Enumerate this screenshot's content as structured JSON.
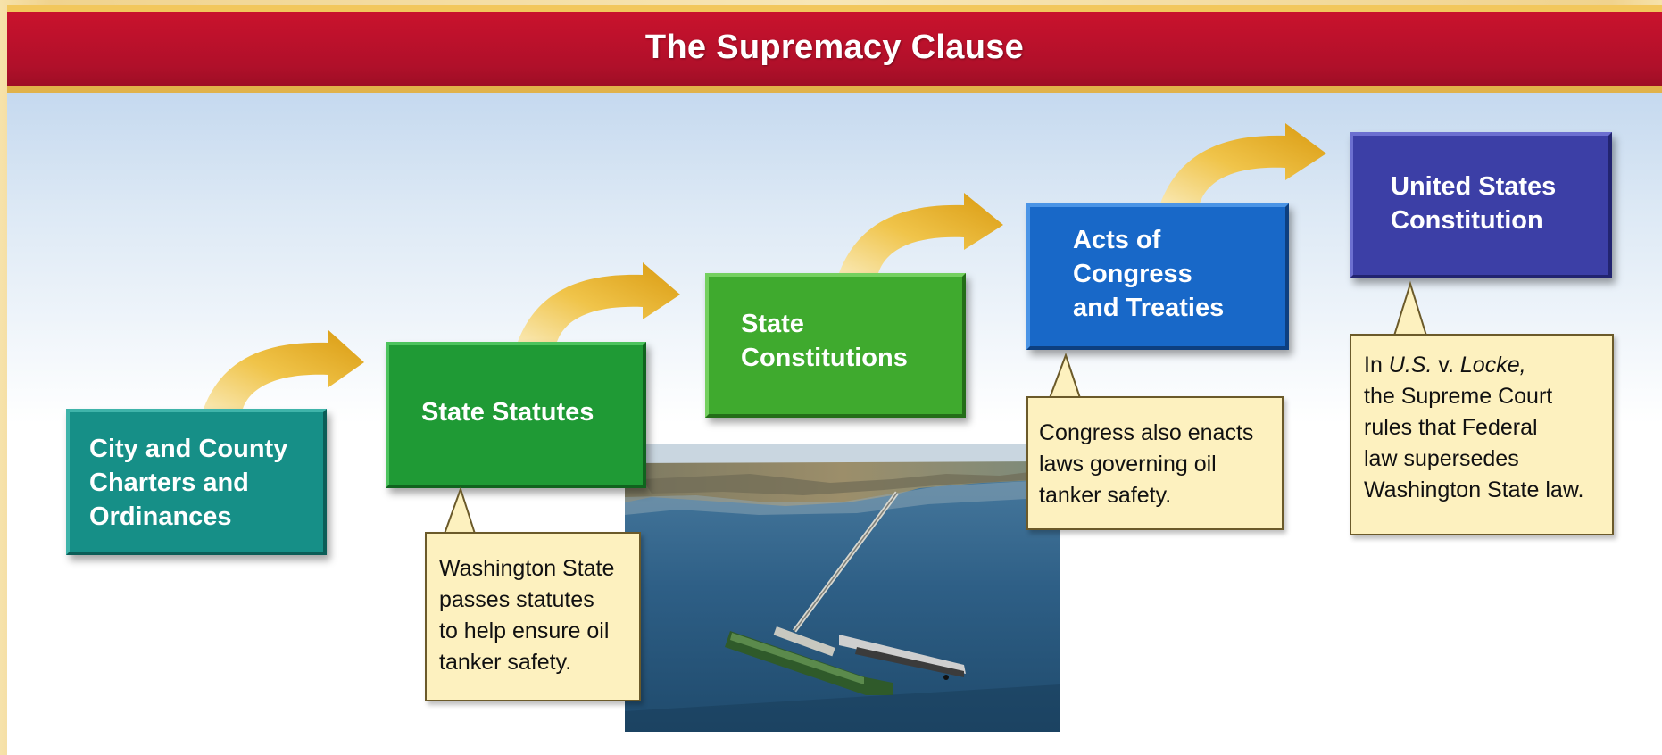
{
  "title": "The Supremacy Clause",
  "levels": [
    {
      "label_lines": [
        "City and County",
        "Charters and",
        "Ordinances"
      ],
      "color": "#168f87"
    },
    {
      "label_lines": [
        "State Statutes"
      ],
      "color": "#1f9a35"
    },
    {
      "label_lines": [
        "State",
        "Constitutions"
      ],
      "color": "#3faa2e"
    },
    {
      "label_lines": [
        "Acts of",
        "Congress",
        "and Treaties"
      ],
      "color": "#1868c8"
    },
    {
      "label_lines": [
        "United States",
        "Constitution"
      ],
      "color": "#3c3fa6"
    }
  ],
  "callouts": {
    "state_statutes": [
      "Washington State",
      "passes statutes",
      "to help ensure oil",
      "tanker safety."
    ],
    "congress": [
      "Congress also enacts",
      "laws governing oil",
      "tanker safety."
    ],
    "constitution": {
      "line1_prefix": "In ",
      "case_party1": "U.S.",
      "case_v": " v. ",
      "case_party2": "Locke,",
      "lines": [
        "the Supreme Court",
        "rules that Federal",
        "law supersedes",
        "Washington State law."
      ]
    }
  },
  "colors": {
    "banner": "#b0102a",
    "arrow": "#e8b428",
    "callout_bg": "#fdf1bf"
  },
  "photo": {
    "subject": "oil-tanker-at-pier-aerial-photo"
  },
  "icons": [
    "curved-arrow-icon"
  ]
}
